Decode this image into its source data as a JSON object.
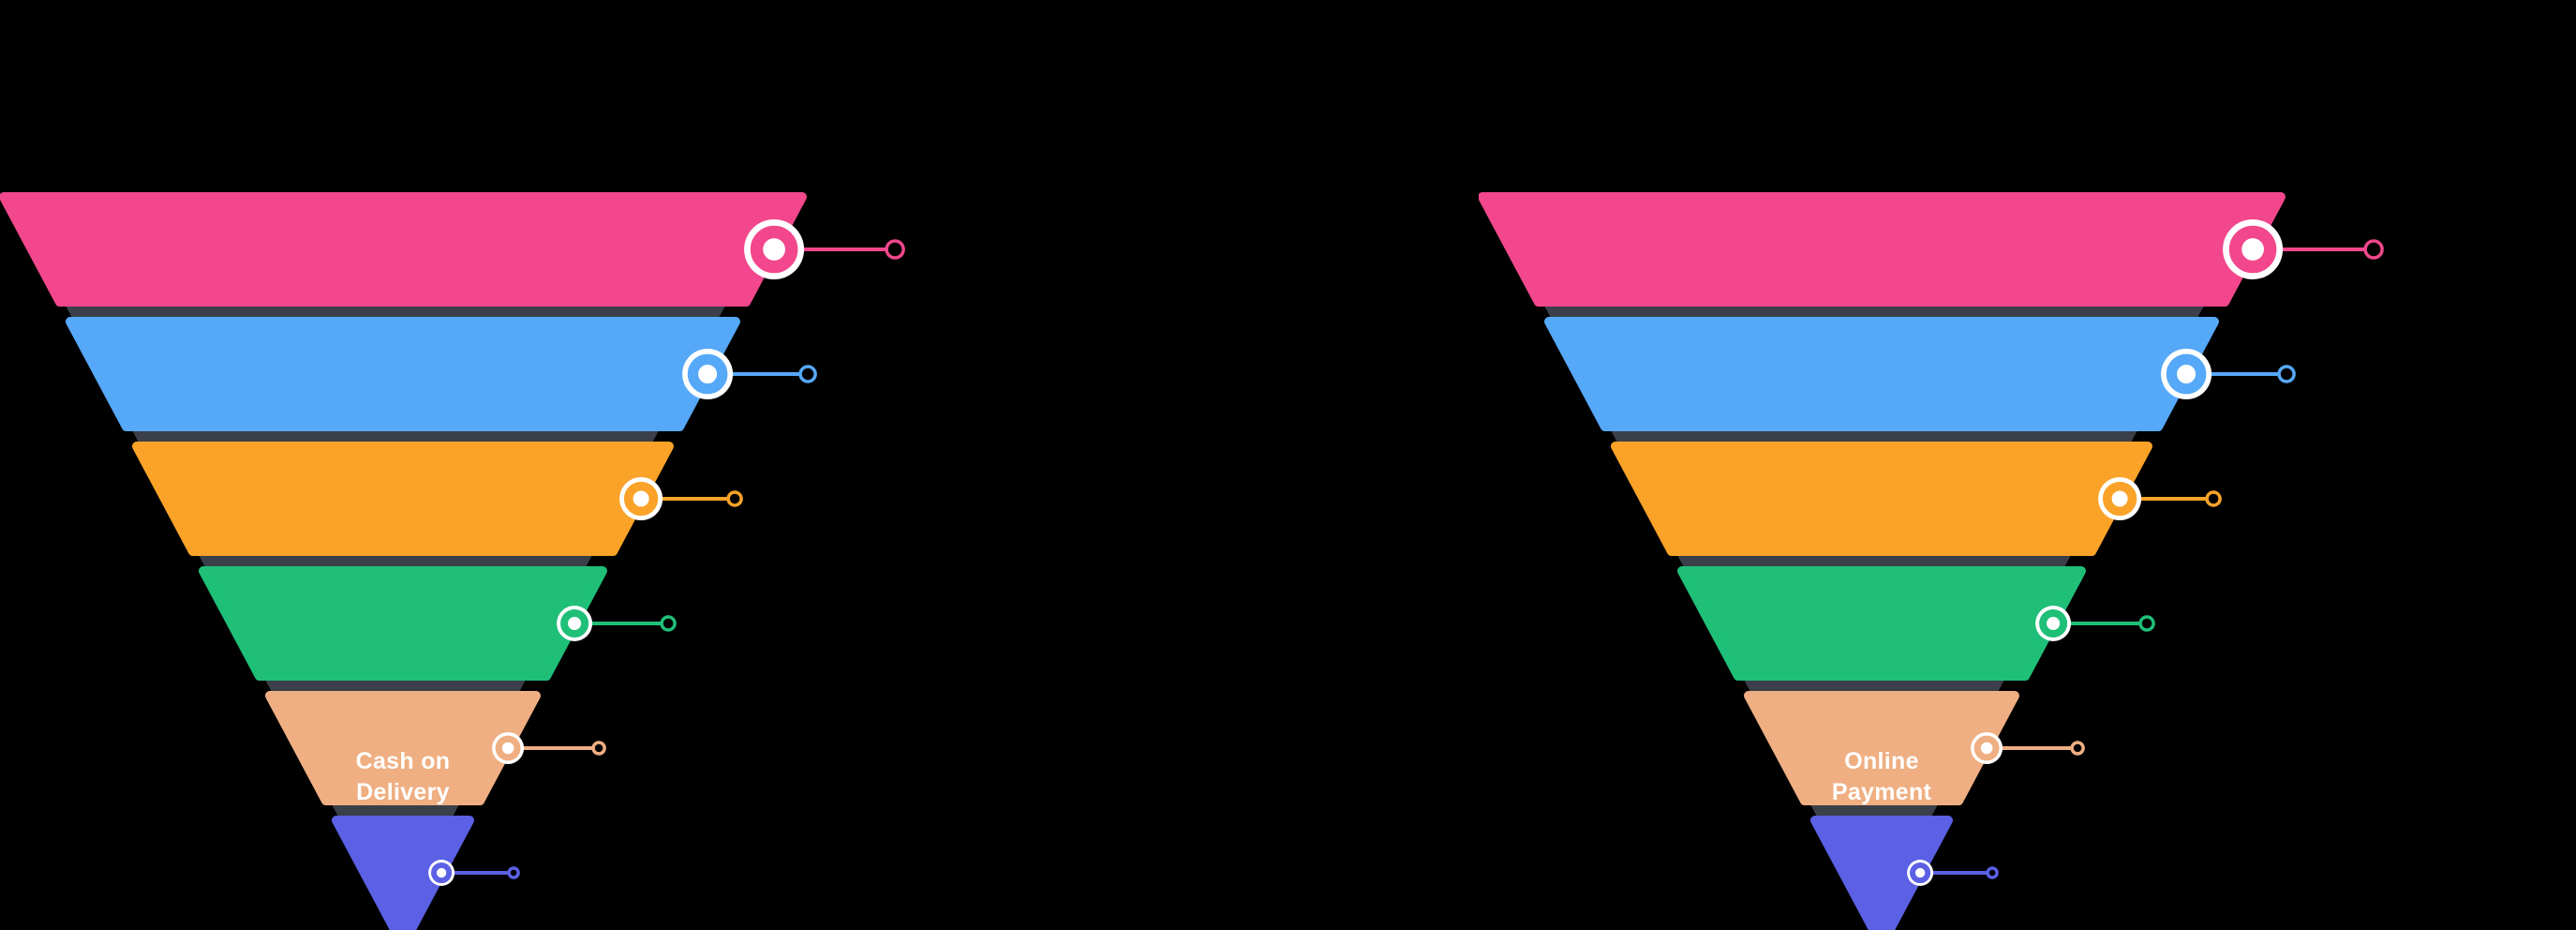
{
  "background": "#000000",
  "shadow_color": "#3A3F49",
  "text_color": "#FFFFFF",
  "marker_ring_color": "#FFFFFF",
  "chart_data": [
    {
      "type": "funnel",
      "name": "cash-on-delivery-funnel",
      "title": "",
      "segments": [
        {
          "color": "#F2478C",
          "label": "",
          "label_lines": []
        },
        {
          "color": "#56A8F8",
          "label": "",
          "label_lines": []
        },
        {
          "color": "#FAA328",
          "label": "",
          "label_lines": []
        },
        {
          "color": "#1FBF78",
          "label": "",
          "label_lines": []
        },
        {
          "color": "#EFAF82",
          "label": "Cash on Delivery",
          "label_lines": [
            "Cash on",
            "Delivery"
          ]
        },
        {
          "color": "#5B60E4",
          "label": "",
          "label_lines": []
        }
      ]
    },
    {
      "type": "funnel",
      "name": "online-payment-funnel",
      "title": "",
      "segments": [
        {
          "color": "#F2478C",
          "label": "",
          "label_lines": []
        },
        {
          "color": "#56A8F8",
          "label": "",
          "label_lines": []
        },
        {
          "color": "#FAA328",
          "label": "",
          "label_lines": []
        },
        {
          "color": "#1FBF78",
          "label": "",
          "label_lines": []
        },
        {
          "color": "#EFAF82",
          "label": "Online Payment",
          "label_lines": [
            "Online",
            "Payment"
          ]
        },
        {
          "color": "#5B60E4",
          "label": "",
          "label_lines": []
        }
      ]
    }
  ]
}
